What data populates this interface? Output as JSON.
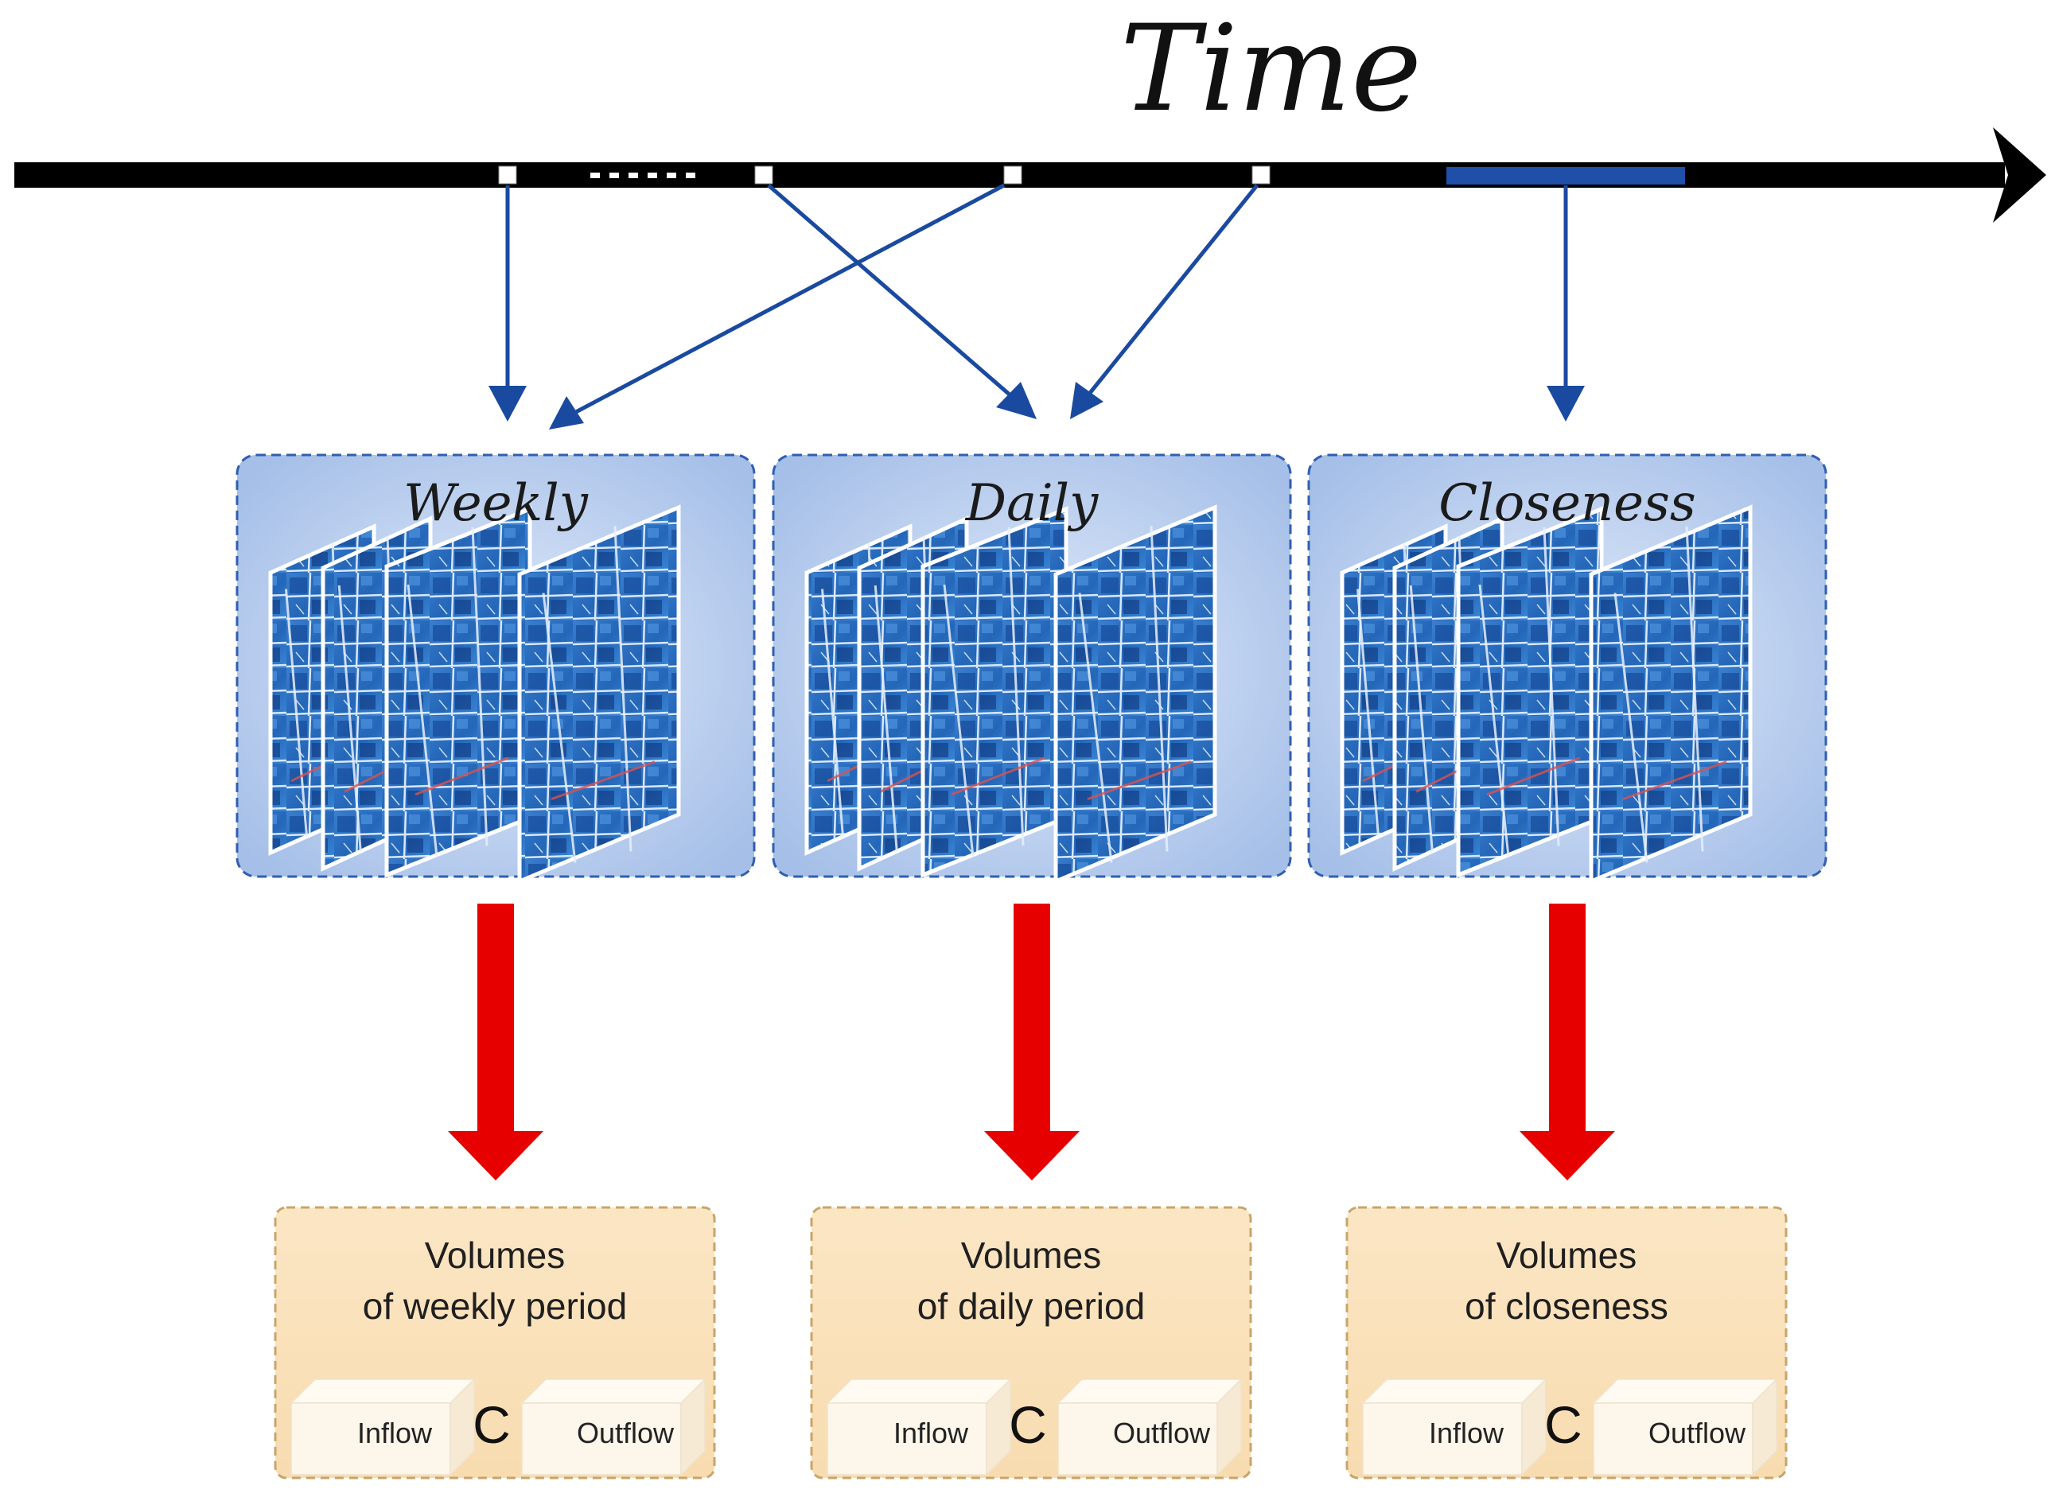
{
  "timeline": {
    "label": "Time",
    "ellipsis": "......",
    "colors": {
      "axis": "#000000",
      "highlight": "#1f4fa8",
      "link": "#1a4aa0"
    }
  },
  "panels": [
    {
      "id": "weekly",
      "title": "Weekly"
    },
    {
      "id": "daily",
      "title": "Daily"
    },
    {
      "id": "closeness",
      "title": "Closeness"
    }
  ],
  "volumes": [
    {
      "id": "weekly",
      "line1": "Volumes",
      "line2": "of weekly period",
      "inflow": "Inflow",
      "concat": "C",
      "outflow": "Outflow"
    },
    {
      "id": "daily",
      "line1": "Volumes",
      "line2": "of daily period",
      "inflow": "Inflow",
      "concat": "C",
      "outflow": "Outflow"
    },
    {
      "id": "closeness",
      "line1": "Volumes",
      "line2": "of closeness",
      "inflow": "Inflow",
      "concat": "C",
      "outflow": "Outflow"
    }
  ],
  "colors": {
    "panel_fill": "#a9c2ea",
    "panel_border": "#2f5fb0",
    "map_blue": "#2a6cc0",
    "map_dark": "#0e3f86",
    "big_arrow": "#e60000",
    "volume_fill": "#fbe3bd",
    "volume_border": "#c9a46a"
  },
  "icons": [
    "arrow-head-icon",
    "map-frame-icon",
    "cube-icon"
  ]
}
